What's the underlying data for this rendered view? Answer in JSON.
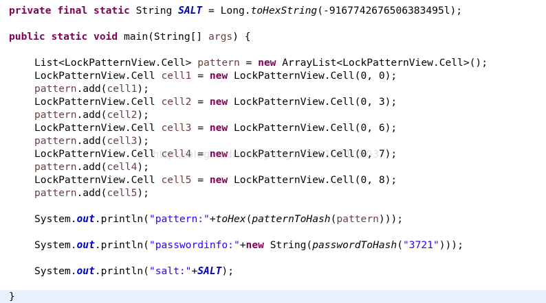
{
  "code": {
    "salt_line": {
      "kw_private": "private",
      "kw_final": "final",
      "kw_static": "static",
      "type_string": "String",
      "field_salt": "SALT",
      "eq": "=",
      "long_prefix": "Long.",
      "method_tohexstring": "toHexString",
      "arg": "(-9167742676506383495l);"
    },
    "main_line": {
      "kw_public": "public",
      "kw_static": "static",
      "kw_void": "void",
      "sig": "main(String[] ",
      "param": "args",
      "close": ") {"
    },
    "list_line": {
      "decl": "List<LockPatternView.Cell> ",
      "var": "pattern",
      "eq": " = ",
      "kw_new": "new",
      "rest": " ArrayList<LockPatternView.Cell>();"
    },
    "cells": [
      {
        "decl": "LockPatternView.Cell ",
        "var": "cell1",
        "eq": " = ",
        "kw_new": "new",
        "ctor": " LockPatternView.Cell(0, 0);",
        "add_var": "pattern",
        "add_mid": ".add(",
        "add_arg": "cell1",
        "add_end": ");"
      },
      {
        "decl": "LockPatternView.Cell ",
        "var": "cell2",
        "eq": " = ",
        "kw_new": "new",
        "ctor": " LockPatternView.Cell(0, 3);",
        "add_var": "pattern",
        "add_mid": ".add(",
        "add_arg": "cell2",
        "add_end": ");"
      },
      {
        "decl": "LockPatternView.Cell ",
        "var": "cell3",
        "eq": " = ",
        "kw_new": "new",
        "ctor": " LockPatternView.Cell(0, 6);",
        "add_var": "pattern",
        "add_mid": ".add(",
        "add_arg": "cell3",
        "add_end": ");"
      },
      {
        "decl": "LockPatternView.Cell ",
        "var": "cell4",
        "eq": " = ",
        "kw_new": "new",
        "ctor": " LockPatternView.Cell(0, 7);",
        "add_var": "pattern",
        "add_mid": ".add(",
        "add_arg": "cell4",
        "add_end": ");"
      },
      {
        "decl": "LockPatternView.Cell ",
        "var": "cell5",
        "eq": " = ",
        "kw_new": "new",
        "ctor": " LockPatternView.Cell(0, 8);",
        "add_var": "pattern",
        "add_mid": ".add(",
        "add_arg": "cell5",
        "add_end": ");"
      }
    ],
    "print1": {
      "sys": "System.",
      "out": "out",
      "println": ".println(",
      "str": "\"pattern:\"",
      "plus": "+",
      "tohex": "toHex",
      "p1": "(",
      "pth": "patternToHash",
      "p2": "(",
      "var": "pattern",
      "end": ")));"
    },
    "print2": {
      "sys": "System.",
      "out": "out",
      "println": ".println(",
      "str": "\"passwordinfo:\"",
      "plus": "+",
      "kw_new": "new",
      "mid": " String(",
      "pwh": "passwordToHash",
      "p1": "(",
      "str2": "\"3721\"",
      "end": ")));"
    },
    "print3": {
      "sys": "System.",
      "out": "out",
      "println": ".println(",
      "str": "\"salt:\"",
      "plus": "+",
      "salt": "SALT",
      "end": ");"
    },
    "close_brace": "}"
  },
  "watermark": "http://blog.csdn.net/jiangwei0910410003",
  "colors": {
    "keyword": "#7f0055",
    "static_field": "#0000c0",
    "string": "#2a00ff",
    "local_var": "#6a3e3e",
    "current_line": "#e8f2fe"
  }
}
